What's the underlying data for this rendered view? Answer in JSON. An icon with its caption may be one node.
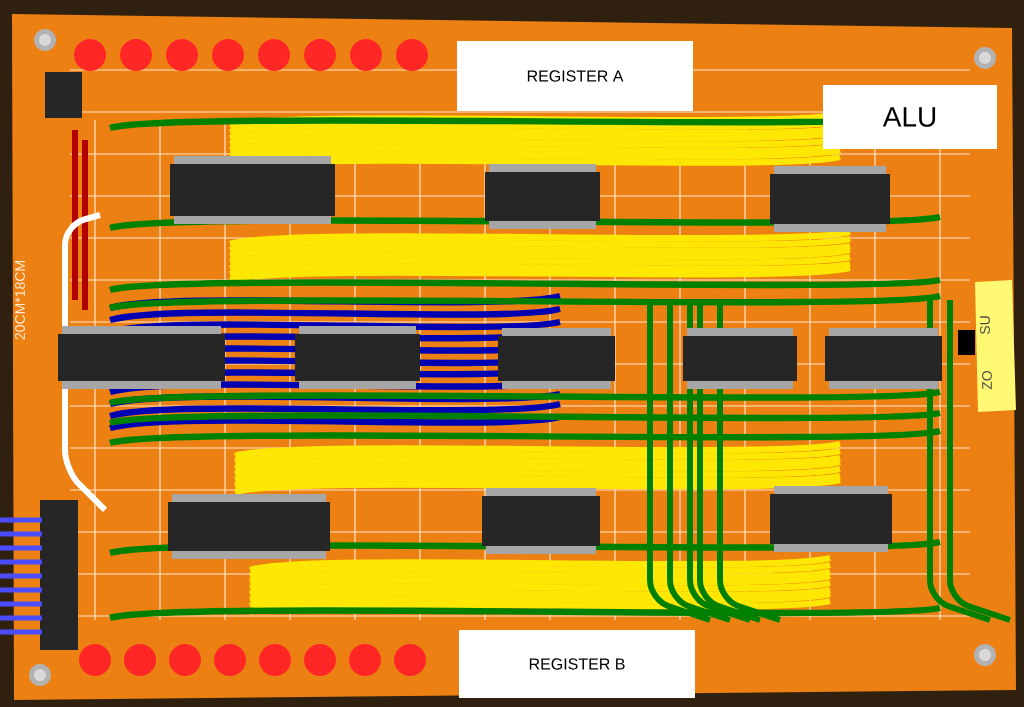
{
  "diagram": {
    "nodes": [
      {
        "text": [
          "REGISTER A"
        ]
      },
      {
        "text": [
          "ALU"
        ]
      },
      {
        "text": [
          "REGISTER B"
        ]
      }
    ],
    "labels": [
      "20CM*18CM",
      "SU",
      "ZO"
    ]
  }
}
